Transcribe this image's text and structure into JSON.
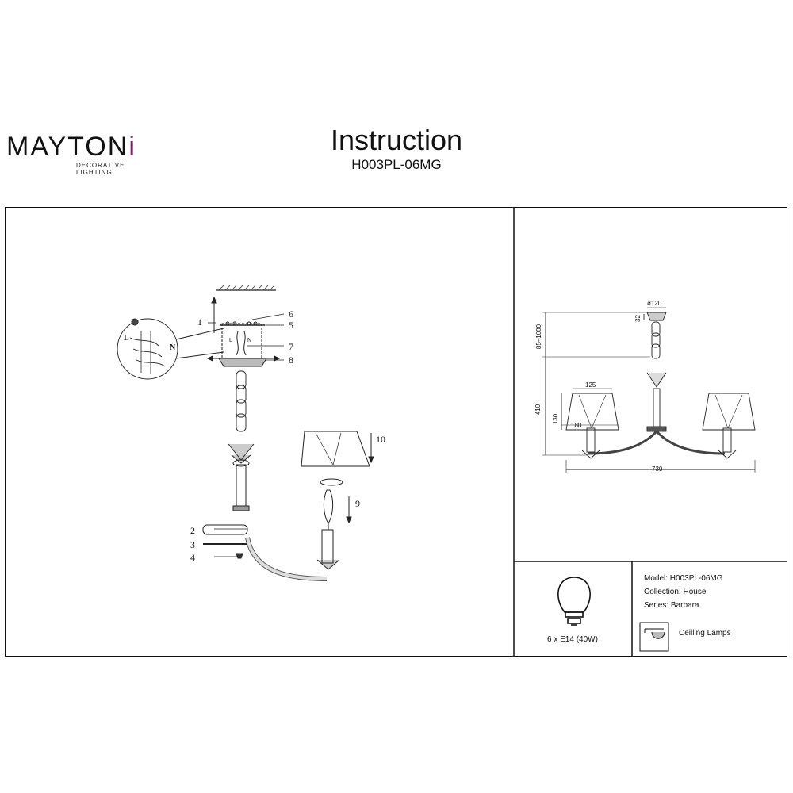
{
  "brand": {
    "name_main": "MAYTON",
    "name_accent": "i",
    "tagline": "DECORATIVE LIGHTING",
    "accent_color": "#7a1e6c"
  },
  "header": {
    "title": "Instruction",
    "model": "H003PL-06MG"
  },
  "assembly": {
    "callouts": [
      "1",
      "2",
      "3",
      "4",
      "5",
      "6",
      "7",
      "8",
      "9",
      "10"
    ],
    "wire_labels": {
      "live": "L",
      "neutral": "N"
    }
  },
  "dimensions": {
    "canopy_diameter": "ø120",
    "canopy_height": "32",
    "suspension_height": "85–1000",
    "body_height": "410",
    "shade_height": "130",
    "shade_top": "125",
    "shade_bottom": "180",
    "total_width": "730"
  },
  "bulb": {
    "spec": "6 x E14 (40W)",
    "icon": "bulb-icon"
  },
  "product_info": {
    "model": "Model: H003PL-06MG",
    "collection": "Collection: House",
    "series": "Series: Barbara",
    "category": "Ceilling Lamps",
    "category_icon": "ceiling-lamp-icon"
  }
}
